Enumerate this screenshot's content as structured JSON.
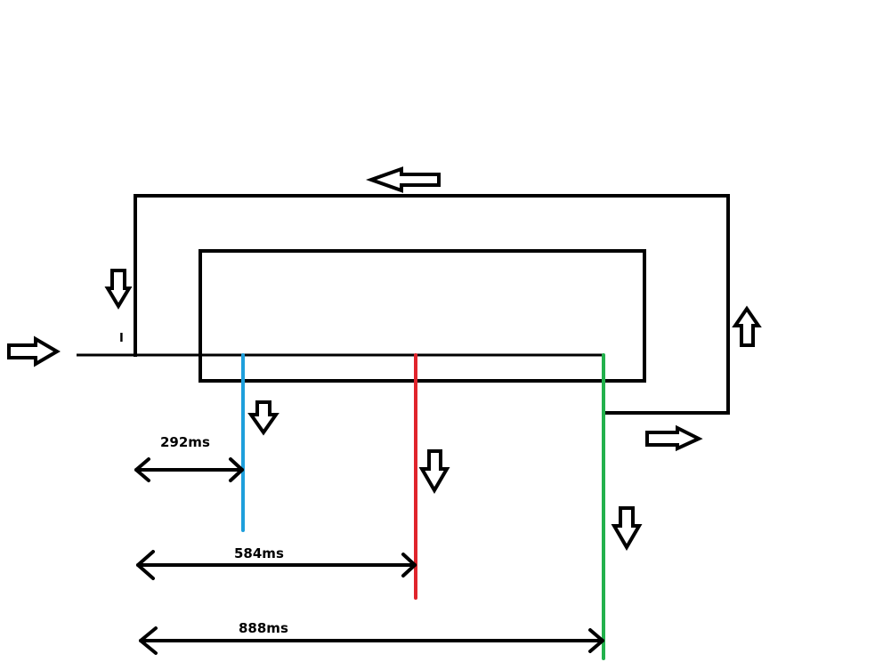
{
  "colors": {
    "line": "#000000",
    "blue": "#1e9fdc",
    "red": "#e0242c",
    "green": "#22b14c",
    "background": "#ffffff"
  },
  "measurements": [
    {
      "label": "292ms",
      "color": "#1e9fdc"
    },
    {
      "label": "584ms",
      "color": "#e0242c"
    },
    {
      "label": "888ms",
      "color": "#22b14c"
    }
  ],
  "marker_text": "I"
}
